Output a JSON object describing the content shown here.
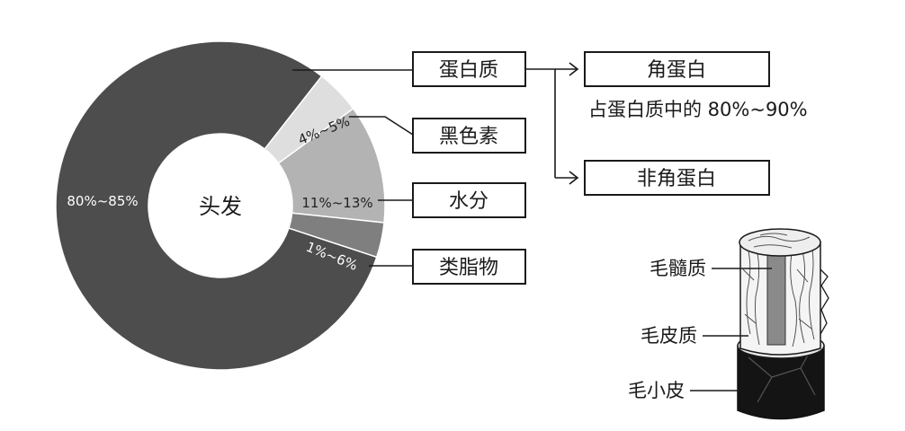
{
  "center_label": "头发",
  "components": [
    {
      "name": "蛋白质",
      "range": "80%~85%",
      "share": 82.5,
      "color": "#4d4d4d"
    },
    {
      "name": "黑色素",
      "range": "4%~5%",
      "share": 4.5,
      "color": "#dedede"
    },
    {
      "name": "水分",
      "range": "11%~13%",
      "share": 12.0,
      "color": "#b3b3b3"
    },
    {
      "name": "类脂物",
      "range": "1%~6%",
      "share": 3.5,
      "color": "#7f7f7f"
    }
  ],
  "protein_types": {
    "keratin": "角蛋白",
    "keratin_note": "占蛋白质中的 80%~90%",
    "non_keratin": "非角蛋白"
  },
  "hair_structure": {
    "medulla": "毛髓质",
    "cortex": "毛皮质",
    "cuticle": "毛小皮"
  }
}
